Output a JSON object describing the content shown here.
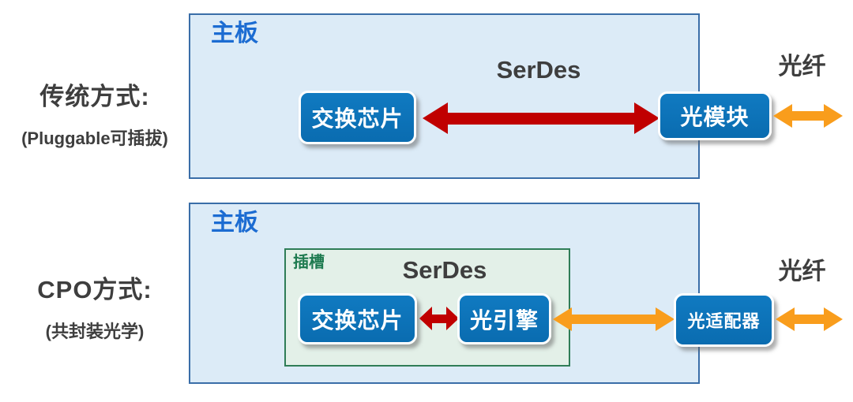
{
  "rows": [
    {
      "label_title": "传统方式:",
      "label_sub": "(Pluggable可插拔)",
      "board_label": "主板",
      "serdes_label": "SerDes",
      "fiber_label": "光纤",
      "nodes": {
        "chip": "交换芯片",
        "module": "光模块"
      }
    },
    {
      "label_title": "CPO方式:",
      "label_sub": "(共封装光学)",
      "board_label": "主板",
      "slot_label": "插槽",
      "serdes_label": "SerDes",
      "fiber_label": "光纤",
      "nodes": {
        "chip": "交换芯片",
        "engine": "光引擎",
        "adapter": "光适配器"
      }
    }
  ],
  "icons": {
    "serdes_arrow": "double-headed-arrow",
    "fiber_arrow": "double-headed-arrow"
  },
  "colors": {
    "board_fill": "#DCEBF7",
    "board_border": "#3A6EA8",
    "board_label_blue": "#1C6CD2",
    "node_fill": "#0B72B8",
    "node_text": "#FFFFFF",
    "slot_fill": "#E3F0E8",
    "slot_border": "#2F7D57",
    "slot_label_green": "#1D7A4F",
    "serdes_arrow_red": "#C00000",
    "fiber_arrow_orange": "#F99D1C",
    "side_text_dark": "#3E3E3E"
  }
}
